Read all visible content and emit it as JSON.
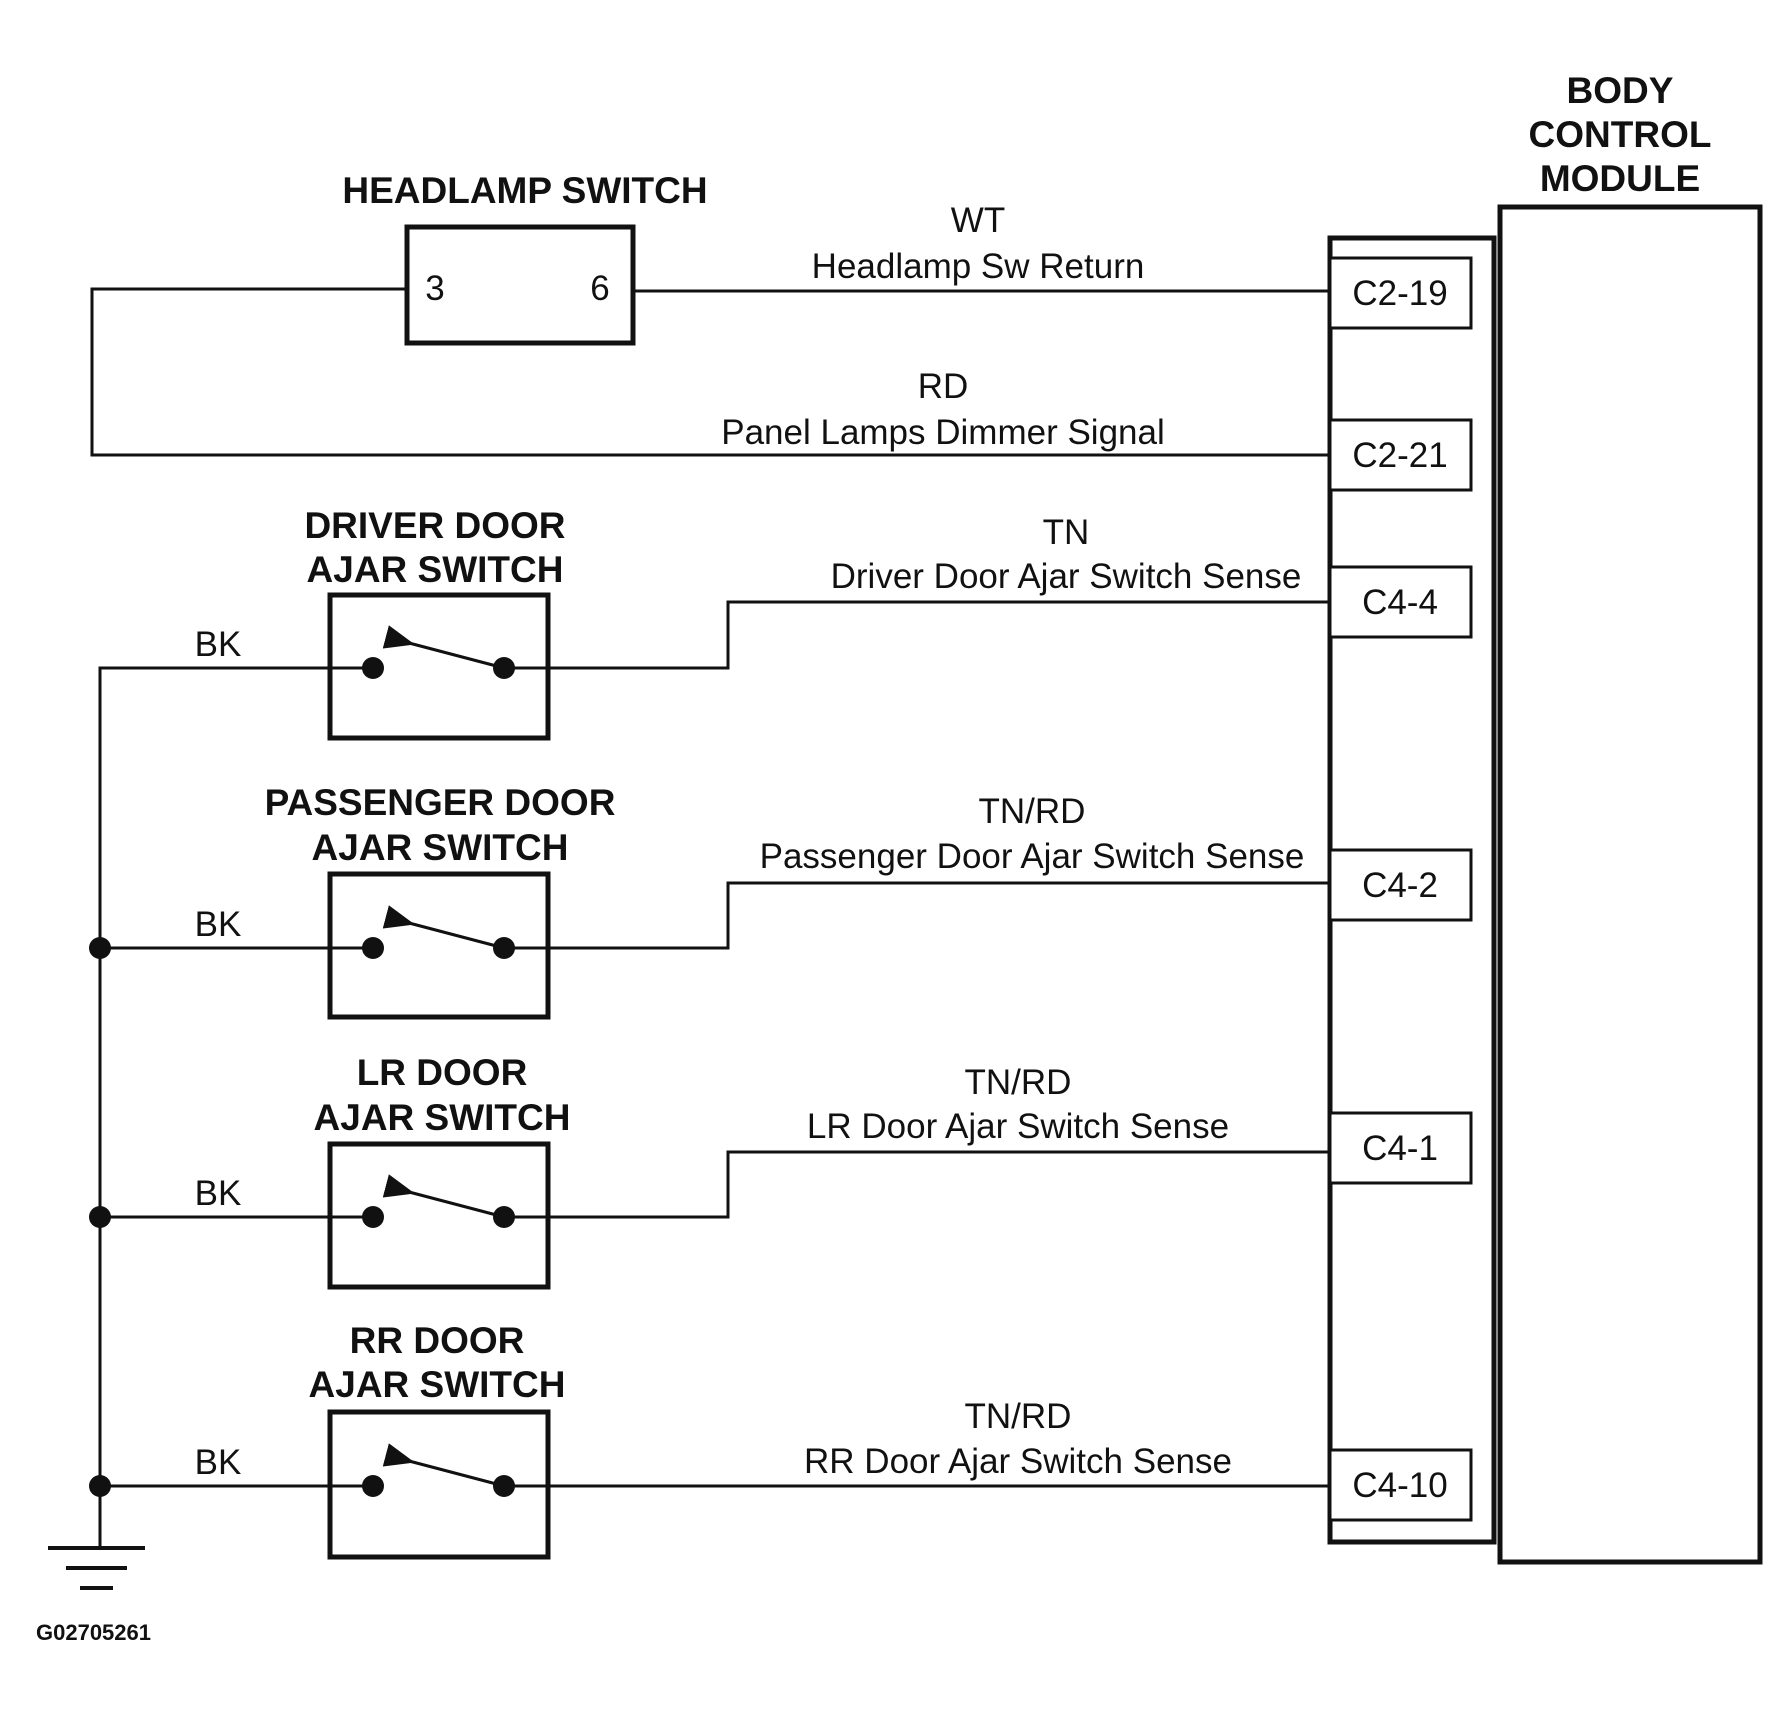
{
  "headlamp_switch": {
    "title": "HEADLAMP SWITCH",
    "pin_left": "3",
    "pin_right": "6"
  },
  "bcm": {
    "title_line1": "BODY",
    "title_line2": "CONTROL",
    "title_line3": "MODULE"
  },
  "wires": {
    "headlamp_return": {
      "color": "WT",
      "desc": "Headlamp Sw Return",
      "pin": "C2-19"
    },
    "panel_dimmer": {
      "color": "RD",
      "desc": "Panel Lamps Dimmer Signal",
      "pin": "C2-21"
    },
    "driver_sense": {
      "color": "TN",
      "desc": "Driver Door Ajar Switch Sense",
      "pin": "C4-4"
    },
    "passenger_sense": {
      "color": "TN/RD",
      "desc": "Passenger Door Ajar Switch Sense",
      "pin": "C4-2"
    },
    "lr_sense": {
      "color": "TN/RD",
      "desc": "LR Door Ajar Switch Sense",
      "pin": "C4-1"
    },
    "rr_sense": {
      "color": "TN/RD",
      "desc": "RR Door Ajar Switch Sense",
      "pin": "C4-10"
    }
  },
  "switches": {
    "driver": {
      "line1": "DRIVER DOOR",
      "line2": "AJAR SWITCH",
      "ground_color": "BK"
    },
    "passenger": {
      "line1": "PASSENGER DOOR",
      "line2": "AJAR SWITCH",
      "ground_color": "BK"
    },
    "lr": {
      "line1": "LR DOOR",
      "line2": "AJAR SWITCH",
      "ground_color": "BK"
    },
    "rr": {
      "line1": "RR DOOR",
      "line2": "AJAR SWITCH",
      "ground_color": "BK"
    }
  },
  "figure_id": "G02705261"
}
